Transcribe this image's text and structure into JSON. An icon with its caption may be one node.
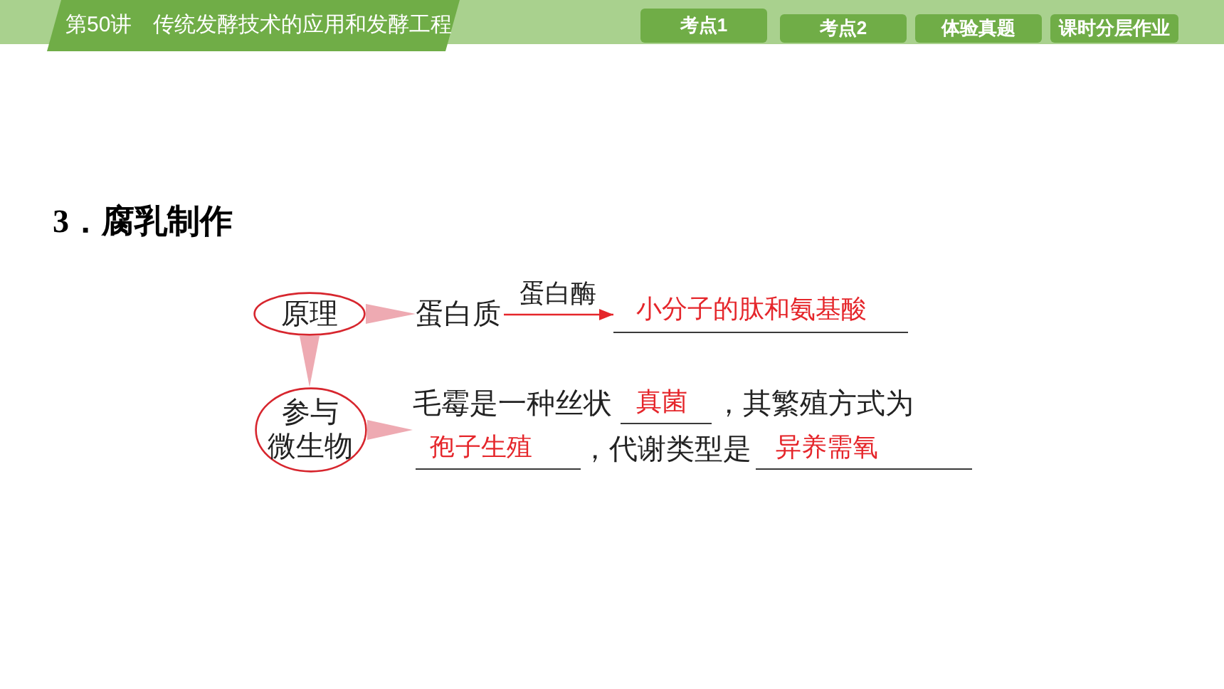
{
  "diagram": {
    "title": "3．腐乳制作",
    "nodes": [
      {
        "text": [
          "第50讲　传统发酵技术的应用和发酵工程"
        ]
      },
      {
        "text": [
          "考点1"
        ]
      },
      {
        "text": [
          "考点2"
        ]
      },
      {
        "text": [
          "体验真题"
        ]
      },
      {
        "text": [
          "课时分层作业"
        ]
      },
      {
        "text": [
          "原理"
        ]
      },
      {
        "text": [
          "蛋白质"
        ]
      },
      {
        "text": [
          "小分子的肽和氨基酸"
        ]
      },
      {
        "text": [
          "参与微生物"
        ]
      },
      {
        "text": [
          "毛霉是一种丝状",
          "真菌",
          "，其繁殖方式为",
          "孢子生殖",
          "，代谢类型是",
          "异养需氧"
        ]
      }
    ],
    "edges": [
      {
        "from": 5,
        "to": 6,
        "arrow": "none"
      },
      {
        "from": 6,
        "to": 7,
        "arrow": "to",
        "label": "蛋白酶",
        "color": "#e5262b"
      },
      {
        "from": 5,
        "to": 8,
        "arrow": "none"
      },
      {
        "from": 8,
        "to": 9,
        "arrow": "none"
      }
    ]
  }
}
